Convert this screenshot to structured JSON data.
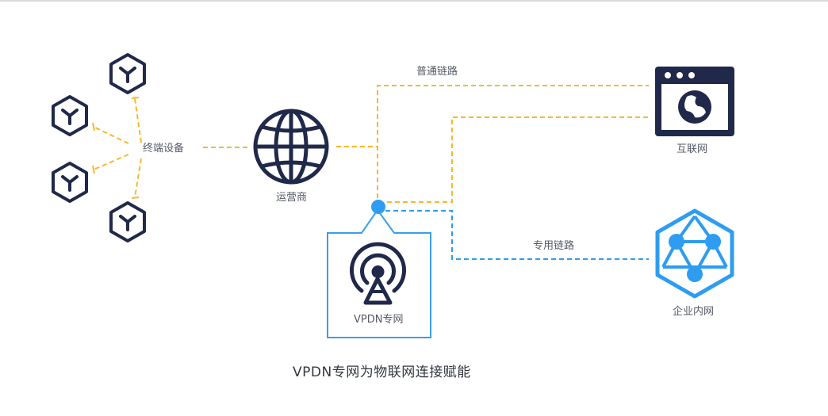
{
  "labels": {
    "terminal": "终端设备",
    "carrier": "运营商",
    "internet": "互联网",
    "enterprise": "企业内网",
    "vpdn": "VPDN专网",
    "public_link": "普通链路",
    "private_link": "专用链路"
  },
  "caption": "VPDN专网为物联网连接赋能",
  "icons": {
    "device": "cube-icon",
    "carrier": "globe-icon",
    "internet": "browser-globe-icon",
    "enterprise": "hexagon-network-icon",
    "vpdn": "antenna-icon"
  },
  "colors": {
    "navy": "#20294a",
    "public_link": "#f5b92c",
    "private_link": "#2e9cf0",
    "vpdn_border": "#3a9fe6",
    "top_rule": "#d9d9d9"
  }
}
